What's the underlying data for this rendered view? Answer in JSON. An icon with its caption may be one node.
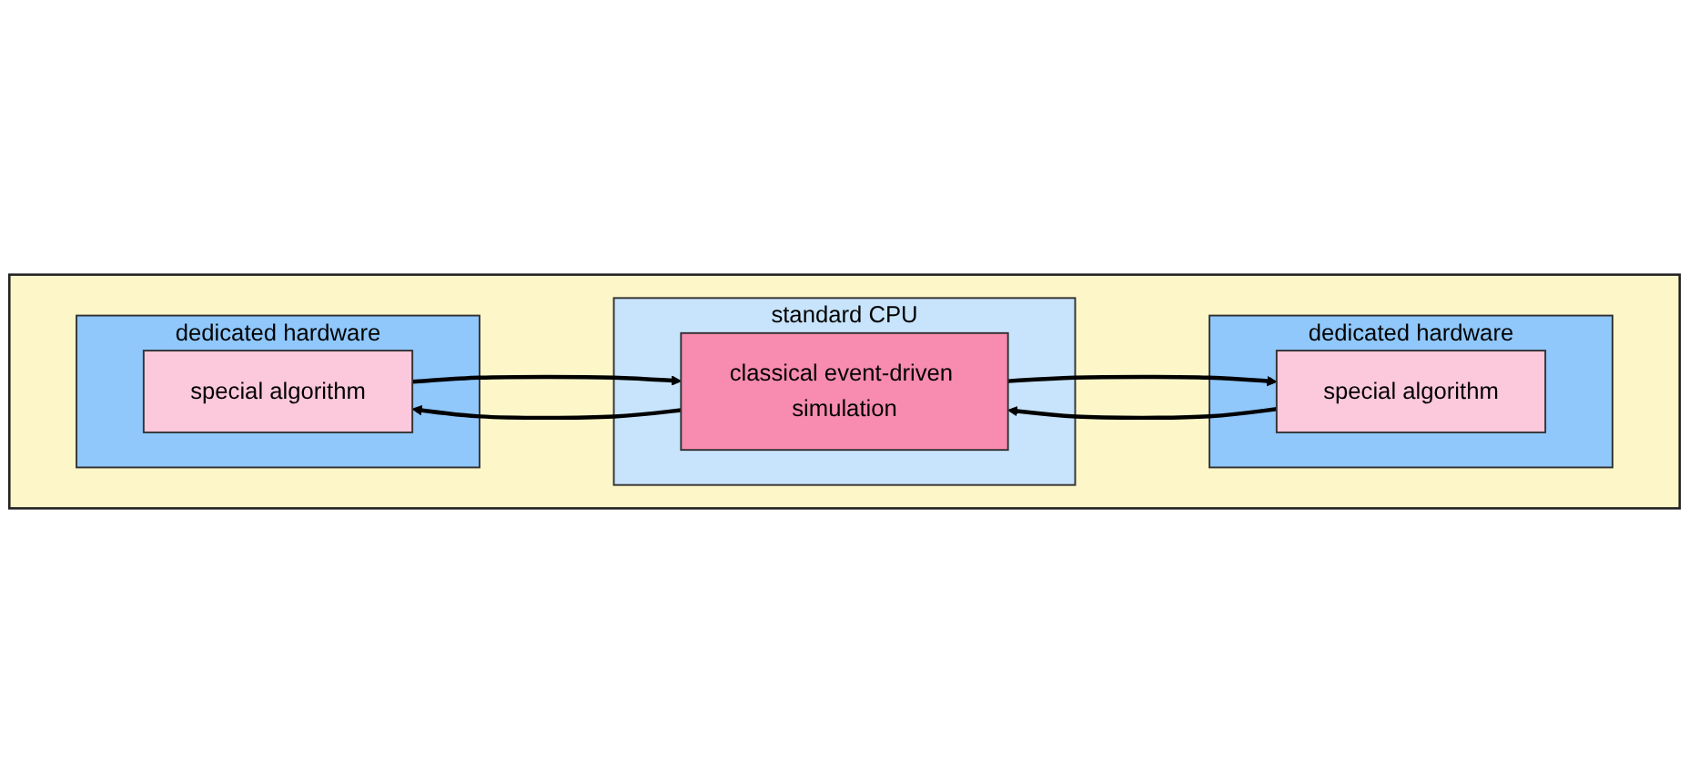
{
  "diagram": {
    "nodes": [
      {
        "text": [],
        "shape": "box"
      },
      {
        "text": [
          "standard CPU"
        ],
        "in": 0
      },
      {
        "text": [
          "classical event-driven simulation"
        ],
        "in": 1
      },
      {
        "text": [
          "dedicated hardware"
        ],
        "in": 0
      },
      {
        "text": [
          "special algorithm"
        ],
        "in": 3
      },
      {
        "text": [
          "dedicated hardware"
        ],
        "in": 0
      },
      {
        "text": [
          "special algorithm"
        ],
        "in": 5
      }
    ],
    "edges": [
      {
        "from": 2,
        "to": 4,
        "arrow": "to"
      },
      {
        "from": 4,
        "to": 2,
        "arrow": "to"
      },
      {
        "from": 2,
        "to": 6,
        "arrow": "to"
      },
      {
        "from": 6,
        "to": 2,
        "arrow": "to"
      }
    ]
  }
}
